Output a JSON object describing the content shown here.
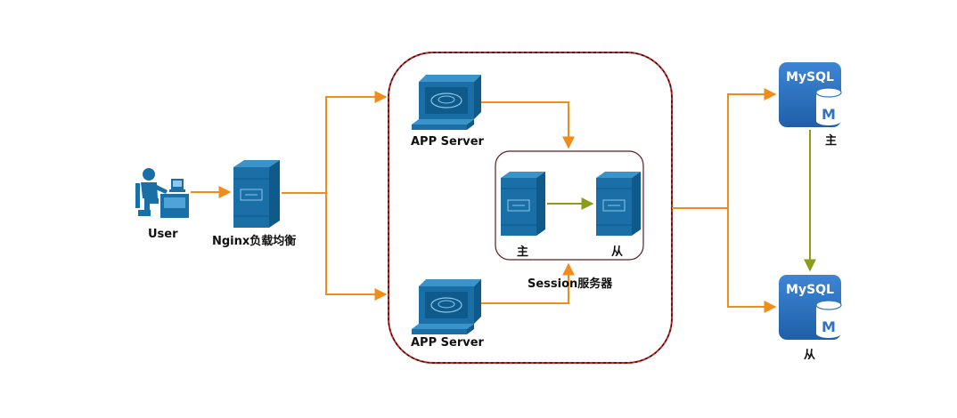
{
  "nodes": {
    "user": {
      "label": "User"
    },
    "nginx": {
      "label": "Nginx负载均衡"
    },
    "app_top": {
      "label": "APP Server"
    },
    "app_bottom": {
      "label": "APP Server"
    },
    "session": {
      "label": "Session服务器",
      "master_label": "主",
      "slave_label": "从"
    },
    "mysql_master": {
      "brand": "MySQL",
      "badge": "M",
      "label": "主"
    },
    "mysql_slave": {
      "brand": "MySQL",
      "badge": "M",
      "label": "从"
    }
  },
  "colors": {
    "icon_blue": "#1a6fa6",
    "icon_blue_light": "#3a93c9",
    "flow_arrow": "#f08c1a",
    "replication_arrow": "#8c9c1a",
    "app_group_border": "#c62828",
    "mysql_blue": "#2f73c0"
  }
}
